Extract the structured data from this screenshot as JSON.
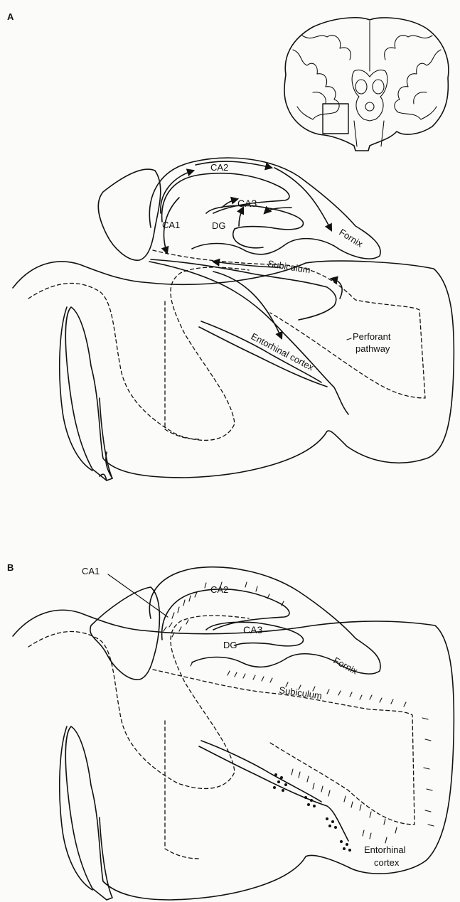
{
  "panels": [
    {
      "letter": "A",
      "labels": {
        "ca1": "CA1",
        "ca2": "CA2",
        "ca3": "CA3",
        "dg": "DG",
        "fornix": "Fornix",
        "subiculum": "Subiculum",
        "perforant_1": "Perforant",
        "perforant_2": "pathway",
        "entorhinal": "Entorhinal cortex"
      }
    },
    {
      "letter": "B",
      "labels": {
        "ca1": "CA1",
        "ca2": "CA2",
        "ca3": "CA3",
        "dg": "DG",
        "fornix": "Fornix",
        "subiculum": "Subiculum",
        "entorhinal_1": "Entorhinal",
        "entorhinal_2": "cortex"
      }
    }
  ],
  "colors": {
    "ink": "#111111",
    "paper": "#fbfbf9"
  }
}
